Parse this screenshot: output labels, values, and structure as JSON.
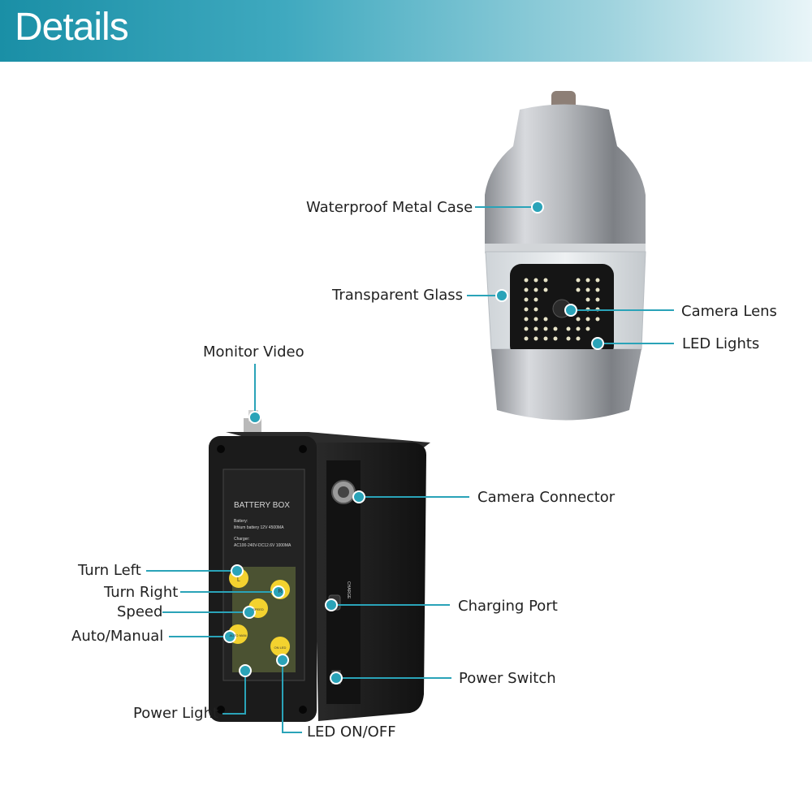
{
  "header": {
    "title": "Details"
  },
  "labels": {
    "waterproof_case": "Waterproof Metal Case",
    "transparent_glass": "Transparent Glass",
    "camera_lens": "Camera Lens",
    "led_lights": "LED Lights",
    "monitor_video": "Monitor Video",
    "camera_connector": "Camera Connector",
    "charging_port": "Charging Port",
    "power_switch": "Power Switch",
    "turn_left": "Turn Left",
    "turn_right": "Turn Right",
    "speed": "Speed",
    "auto_manual": "Auto/Manual",
    "power_light": "Power Light",
    "led_on_off": "LED ON/OFF"
  },
  "battery_box": {
    "title": "BATTERY BOX",
    "line1": "Battery:",
    "line2": "lithium battery 12V 4500MA",
    "line3": "Charger:",
    "line4": "AC100-240V-DC12.6V 1000MA",
    "btn_left": "L",
    "btn_right": "R",
    "btn_speed": "SPEED",
    "btn_auto": "AUTO MAN",
    "btn_led": "ON LED",
    "charge_text": "CHARGE"
  },
  "accent_color": "#2aa3b8"
}
